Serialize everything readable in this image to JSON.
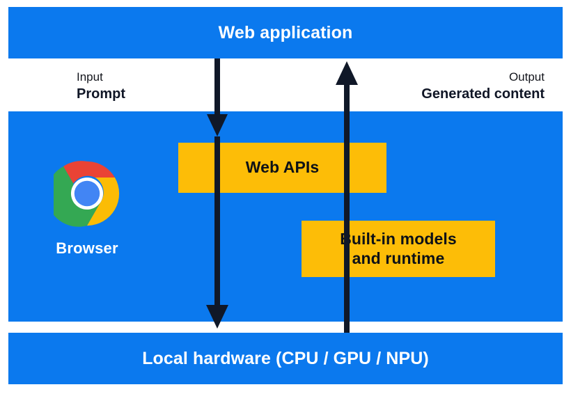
{
  "diagram": {
    "title": "Built-in AI architecture",
    "colors": {
      "band_blue": "#0B79EE",
      "box_yellow": "#FDBD07",
      "arrow_dark": "#101828",
      "text_light": "#ffffff",
      "text_dark": "#101626"
    }
  },
  "bands": {
    "top": {
      "label": "Web application"
    },
    "middle": {
      "label": ""
    },
    "bottom": {
      "label": "Local hardware (CPU / GPU / NPU)"
    }
  },
  "io": {
    "input": {
      "kind": "Input",
      "value": "Prompt"
    },
    "output": {
      "kind": "Output",
      "value": "Generated content"
    }
  },
  "boxes": {
    "web_apis": {
      "label": "Web APIs"
    },
    "built_in": {
      "line1": "Built-in models",
      "line2": "and runtime"
    }
  },
  "browser": {
    "caption": "Browser",
    "icon": "chrome-logo-icon",
    "icon_colors": {
      "red": "#EA4335",
      "yellow": "#FBBC05",
      "green": "#34A853",
      "blue": "#4285F4",
      "ring": "#ffffff"
    }
  },
  "arrows": {
    "down": {
      "name": "prompt-flow-arrow",
      "direction": "down"
    },
    "up": {
      "name": "generated-content-flow-arrow",
      "direction": "up"
    }
  }
}
